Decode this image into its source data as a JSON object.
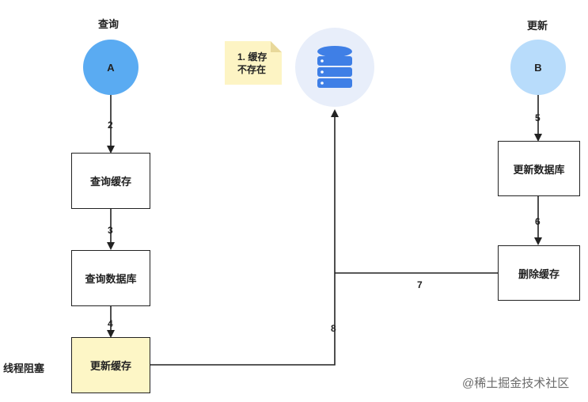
{
  "actor_a": {
    "title": "查询",
    "node": "A"
  },
  "actor_b": {
    "title": "更新",
    "node": "B"
  },
  "note": {
    "line1": "1. 缓存",
    "line2": "不存在"
  },
  "boxes": {
    "query_cache": "查询缓存",
    "query_db": "查询数据库",
    "update_cache": "更新缓存",
    "update_db": "更新数据库",
    "delete_cache": "删除缓存"
  },
  "steps": {
    "s2": "2",
    "s3": "3",
    "s4": "4",
    "s5": "5",
    "s6": "6",
    "s7": "7",
    "s8": "8"
  },
  "side_label": "线程阻塞",
  "watermark": "@稀土掘金技术社区",
  "colors": {
    "node_a": "#5aabf2",
    "node_b": "#b8dcfb",
    "db_blue": "#3f7fe6",
    "db_bg": "#e8eefa",
    "highlight": "#fdf6c6"
  }
}
